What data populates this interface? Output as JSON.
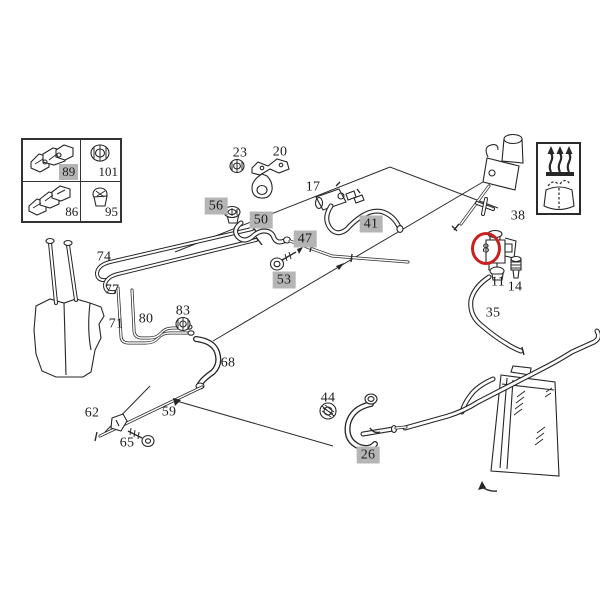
{
  "title": "washer-and-heater-hose-parts-diagram",
  "colors": {
    "background": "#ffffff",
    "line": "#262626",
    "label_highlight_bg": "#b5b5b5",
    "highlight_circle": "#c92121"
  },
  "highlight": {
    "circled_part": "8"
  },
  "legend": {
    "items": [
      {
        "num": "89",
        "highlighted": true,
        "icon": "clip-cluster-icon"
      },
      {
        "num": "101",
        "highlighted": false,
        "icon": "grommet-icon"
      },
      {
        "num": "86",
        "highlighted": false,
        "icon": "clip-cluster-icon"
      },
      {
        "num": "95",
        "highlighted": false,
        "icon": "grommet-clip-icon"
      }
    ]
  },
  "symbol_box": {
    "icons": [
      "defroster-arrows-icon",
      "windshield-washer-icon"
    ]
  },
  "parts": [
    {
      "num": "23",
      "highlighted": false
    },
    {
      "num": "20",
      "highlighted": false
    },
    {
      "num": "17",
      "highlighted": false
    },
    {
      "num": "56",
      "highlighted": true
    },
    {
      "num": "50",
      "highlighted": true
    },
    {
      "num": "47",
      "highlighted": true
    },
    {
      "num": "41",
      "highlighted": true
    },
    {
      "num": "53",
      "highlighted": true
    },
    {
      "num": "38",
      "highlighted": false
    },
    {
      "num": "8",
      "highlighted": false,
      "circled": true
    },
    {
      "num": "11",
      "highlighted": false
    },
    {
      "num": "14",
      "highlighted": false
    },
    {
      "num": "35",
      "highlighted": false
    },
    {
      "num": "74",
      "highlighted": false
    },
    {
      "num": "77",
      "highlighted": false
    },
    {
      "num": "71",
      "highlighted": false
    },
    {
      "num": "80",
      "highlighted": false
    },
    {
      "num": "83",
      "highlighted": false
    },
    {
      "num": "68",
      "highlighted": false
    },
    {
      "num": "62",
      "highlighted": false
    },
    {
      "num": "59",
      "highlighted": false
    },
    {
      "num": "65",
      "highlighted": false
    },
    {
      "num": "44",
      "highlighted": false
    },
    {
      "num": "26",
      "highlighted": true
    }
  ]
}
